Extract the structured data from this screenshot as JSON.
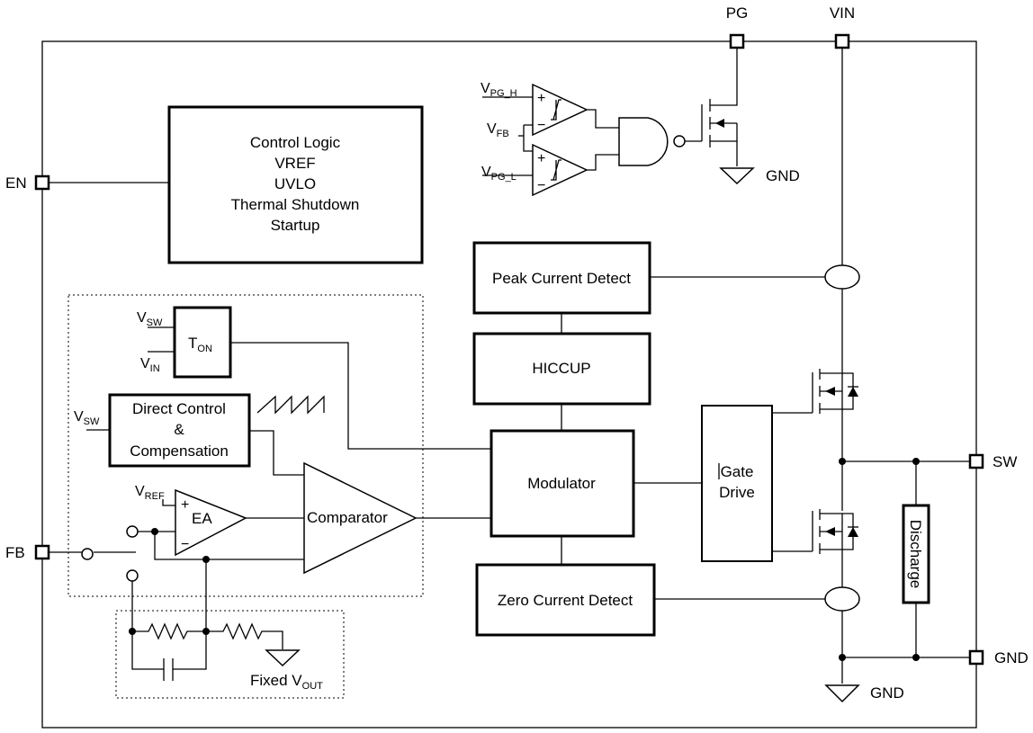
{
  "pins": {
    "pg": "PG",
    "vin": "VIN",
    "en": "EN",
    "fb": "FB",
    "sw": "SW",
    "gnd": "GND"
  },
  "blocks": {
    "control_logic": [
      "Control Logic",
      "VREF",
      "UVLO",
      "Thermal Shutdown",
      "Startup"
    ],
    "peak_current_detect": "Peak Current Detect",
    "hiccup": "HICCUP",
    "modulator": "Modulator",
    "zero_current_detect": "Zero Current Detect",
    "gate_drive": [
      "Gate",
      "Drive"
    ],
    "discharge": "Discharge",
    "direct_control": [
      "Direct Control",
      "&",
      "Compensation"
    ],
    "ton": {
      "main": "T",
      "sub": "ON"
    },
    "ea": "EA",
    "comparator": "Comparator"
  },
  "signals": {
    "vpg_h": {
      "main": "V",
      "sub": "PG_H"
    },
    "vfb": {
      "main": "V",
      "sub": "FB"
    },
    "vpg_l": {
      "main": "V",
      "sub": "PG_L"
    },
    "vsw_ton": {
      "main": "V",
      "sub": "SW"
    },
    "vin_ton": {
      "main": "V",
      "sub": "IN"
    },
    "vsw_direct": {
      "main": "V",
      "sub": "SW"
    },
    "vref": {
      "main": "V",
      "sub": "REF"
    },
    "fixed_vout": {
      "main": "Fixed V",
      "sub": "OUT"
    }
  },
  "grounds": {
    "pg_gnd": "GND",
    "bottom_gnd": "GND"
  },
  "opamp_signs": {
    "plus": "+",
    "minus": "−"
  }
}
